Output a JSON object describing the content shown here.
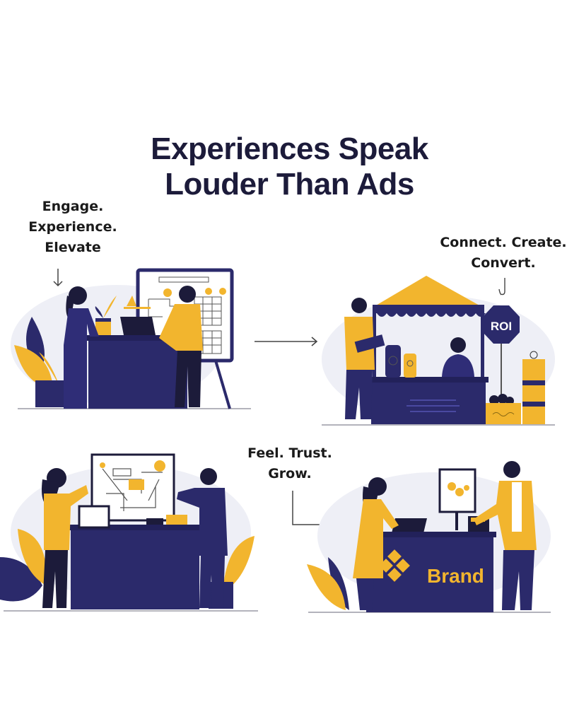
{
  "title": {
    "line1": "Experiences Speak",
    "line2": "Louder Than Ads"
  },
  "captions": {
    "top_left": [
      "Engage.",
      "Experience.",
      "Elevate"
    ],
    "top_right": [
      "Connect. Create.",
      "Convert."
    ],
    "bottom_middle": [
      "Feel. Trust.",
      "Grow."
    ]
  },
  "scenes": {
    "roi_sign_label": "ROI",
    "brand_desk_label": "Brand"
  },
  "colors": {
    "navy": "#2b2a6b",
    "yellow": "#f2b52e",
    "title": "#1c1b3a",
    "bg_blob": "#eeeff6"
  },
  "icons": [
    "down-arrow-icon",
    "right-arrow-icon",
    "curved-down-arrow-icon",
    "elbow-right-arrow-icon",
    "brand-logo-icon"
  ]
}
